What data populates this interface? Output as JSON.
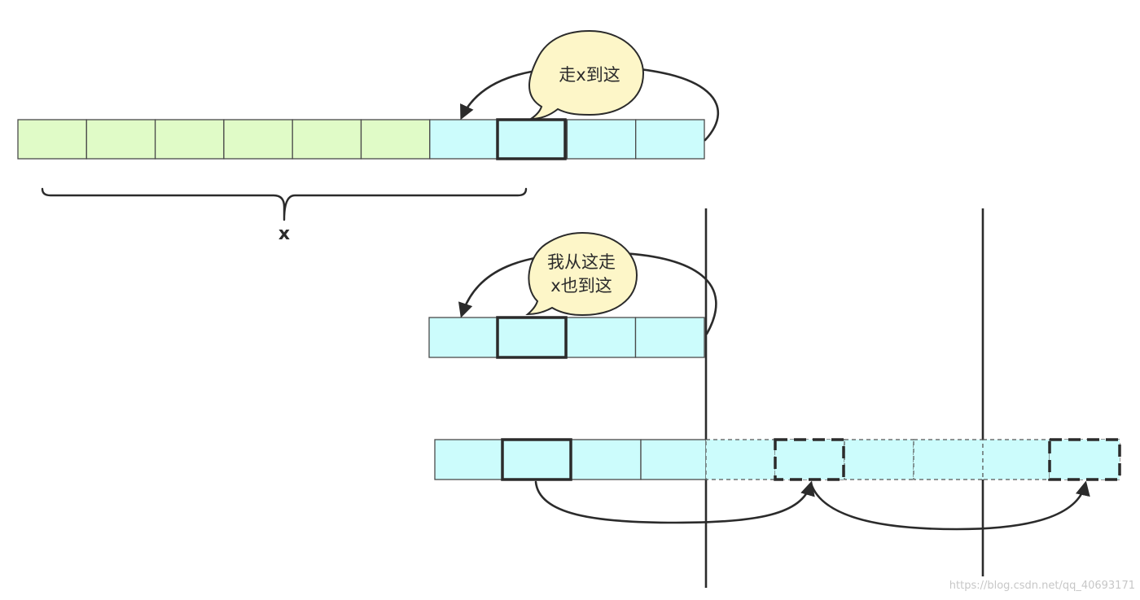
{
  "callouts": {
    "top": "走x到这",
    "middle_line1": "我从这走",
    "middle_line2": "x也到这"
  },
  "brace_label": "x",
  "watermark": "https://blog.csdn.net/qq_40693171",
  "colors": {
    "head_cells": "#e0fbc7",
    "cycle_cells": "#ccfcfc",
    "callout_fill": "#fdf6c8",
    "stroke": "#2b2b2b"
  }
}
